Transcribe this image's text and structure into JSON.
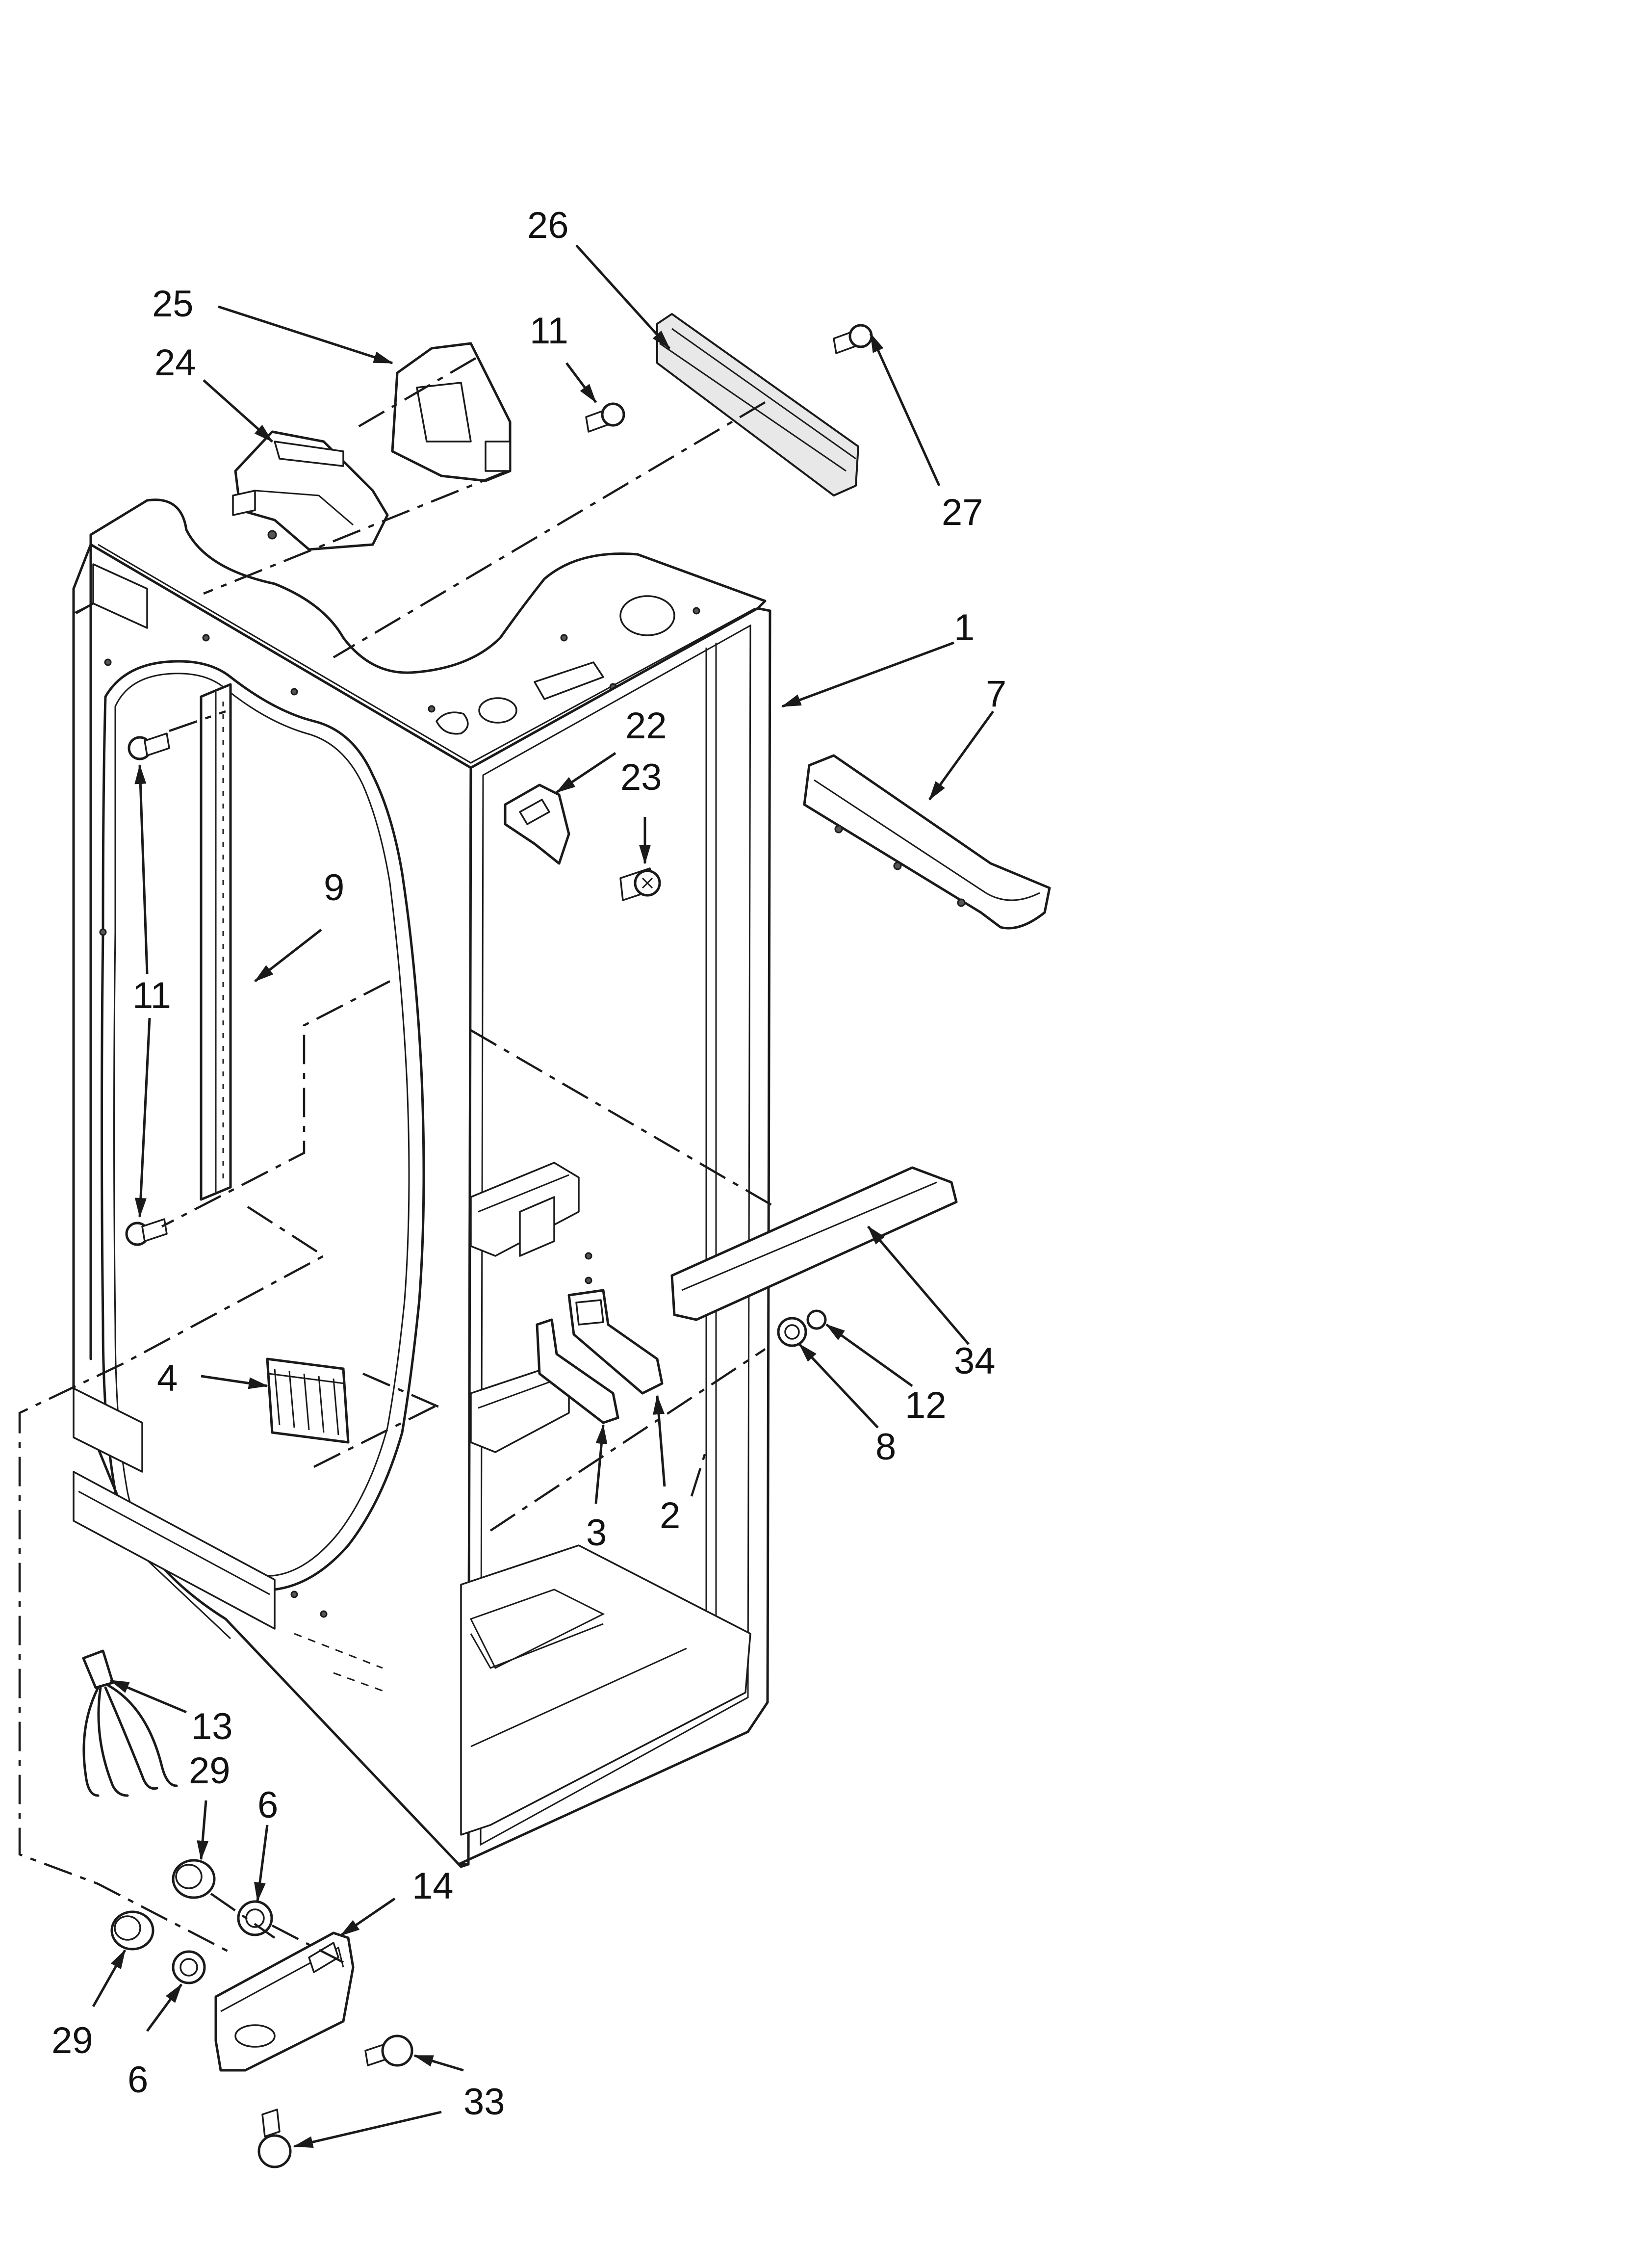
{
  "callouts": [
    {
      "id": "c26",
      "text": "26"
    },
    {
      "id": "c25",
      "text": "25"
    },
    {
      "id": "c11a",
      "text": "11"
    },
    {
      "id": "c24",
      "text": "24"
    },
    {
      "id": "c27",
      "text": "27"
    },
    {
      "id": "c1",
      "text": "1"
    },
    {
      "id": "c7",
      "text": "7"
    },
    {
      "id": "c22",
      "text": "22"
    },
    {
      "id": "c23",
      "text": "23"
    },
    {
      "id": "c9",
      "text": "9"
    },
    {
      "id": "c11b",
      "text": "11"
    },
    {
      "id": "c4",
      "text": "4"
    },
    {
      "id": "c34",
      "text": "34"
    },
    {
      "id": "c12",
      "text": "12"
    },
    {
      "id": "c8",
      "text": "8"
    },
    {
      "id": "c3",
      "text": "3"
    },
    {
      "id": "c2",
      "text": "2"
    },
    {
      "id": "c13",
      "text": "13"
    },
    {
      "id": "c29a",
      "text": "29"
    },
    {
      "id": "c6a",
      "text": "6"
    },
    {
      "id": "c14",
      "text": "14"
    },
    {
      "id": "c29b",
      "text": "29"
    },
    {
      "id": "c6b",
      "text": "6"
    },
    {
      "id": "c33",
      "text": "33"
    }
  ]
}
